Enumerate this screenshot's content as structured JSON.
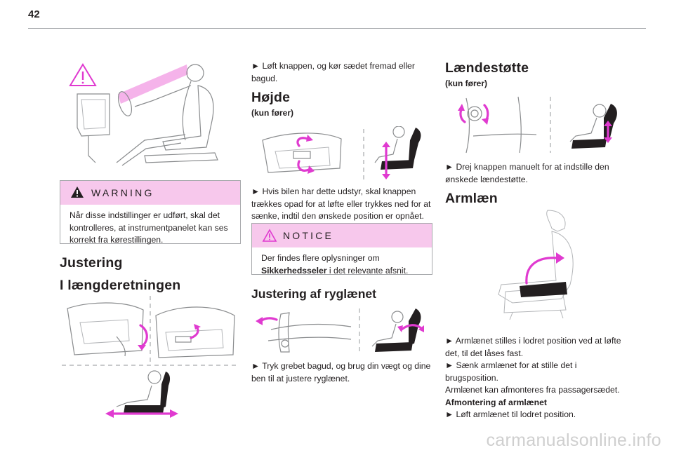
{
  "page_number": "42",
  "left": {
    "warning": {
      "label": "WARNING",
      "text": "Når disse indstillinger er udført, skal det kontrolleres, at instrumentpanelet kan ses korrekt fra kørestillingen."
    },
    "heading_justering": "Justering",
    "heading_laengde": "I længderetningen"
  },
  "middle": {
    "para_loeft": "► Løft knappen, og kør sædet fremad eller bagud.",
    "heading_hoejde": "Højde",
    "sub_hoejde": "(kun fører)",
    "para_hoejde": "► Hvis bilen har dette udstyr, skal knappen trækkes opad for at løfte eller trykkes ned for at sænke, indtil den ønskede position er opnået.",
    "notice": {
      "label": "NOTICE",
      "text_before": "Der findes flere oplysninger om",
      "text_bold": "Sikkerhedsseler",
      "text_after": " i det relevante afsnit."
    },
    "heading_ryglaenet": "Justering af ryglænet",
    "para_ryglaenet": "► Tryk grebet bagud, og brug din vægt og dine ben til at justere ryglænet."
  },
  "right": {
    "heading_laende": "Lændestøtte",
    "sub_laende": "(kun fører)",
    "para_laende": "► Drej knappen manuelt for at indstille den ønskede lændestøtte.",
    "heading_armlaen": "Armlæn",
    "armlaen_lines": [
      "► Armlænet stilles i lodret position ved at løfte det, til det låses fast.",
      "► Sænk armlænet for at stille det i brugsposition.",
      "Armlænet kan afmonteres fra passagersædet."
    ],
    "armlaen_bold": "Afmontering af armlænet",
    "armlaen_last": "► Løft armlænet til lodret position."
  },
  "watermark": "carmanualsonline.info",
  "colors": {
    "accent_pink": "#e03ad0",
    "box_header": "#f7c8ec",
    "rule": "#a7a9ac"
  }
}
